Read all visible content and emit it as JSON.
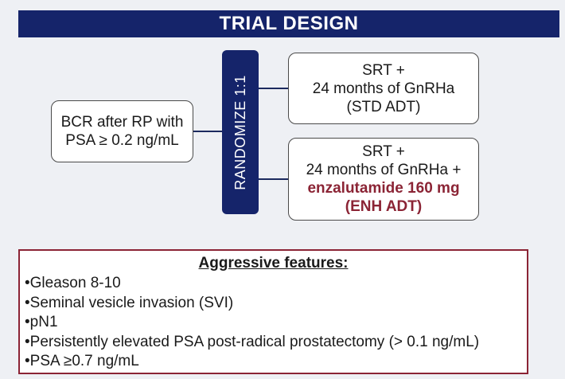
{
  "title": "TRIAL DESIGN",
  "randomize_label": "RANDOMIZE 1:1",
  "bcr_box": {
    "line1": "BCR after RP with",
    "line2": "PSA ≥ 0.2 ng/mL"
  },
  "std_box": {
    "line1": "SRT +",
    "line2": "24 months of GnRHa",
    "line3": "(STD ADT)"
  },
  "enh_box": {
    "line1": "SRT +",
    "line2": "24 months of GnRHa +",
    "line3": "enzalutamide 160 mg",
    "line4": "(ENH ADT)"
  },
  "features": {
    "title": "Aggressive features:",
    "items": [
      "Gleason 8-10",
      "Seminal vesicle invasion (SVI)",
      "pN1",
      "Persistently elevated PSA post-radical prostatectomy (> 0.1 ng/mL)",
      "PSA ≥0.7 ng/mL"
    ]
  },
  "colors": {
    "navy": "#15246a",
    "accent_red": "#8b2435",
    "background": "#eef0f4"
  }
}
